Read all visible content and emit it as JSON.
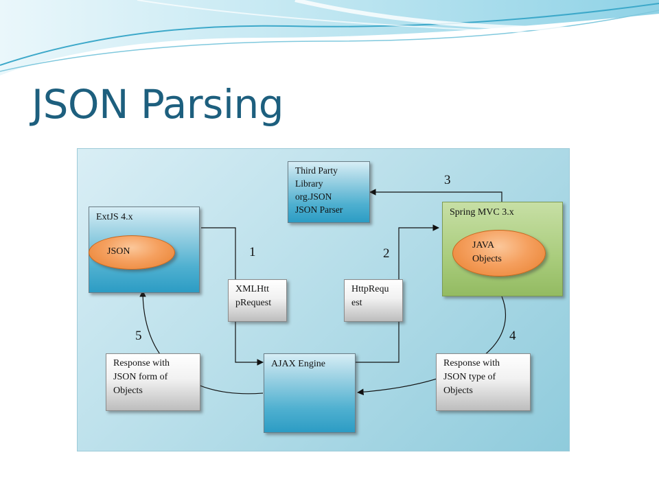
{
  "slide": {
    "title": "JSON Parsing"
  },
  "colors": {
    "title": "#1d5f7e",
    "wave_top": "#a7dceb",
    "wave_accent": "#3ca8c9"
  },
  "diagram": {
    "third_party": {
      "lines": [
        "Third Party",
        "Library",
        "org.JSON",
        "JSON Parser"
      ]
    },
    "extjs": {
      "label": "ExtJS 4.x",
      "inner": "JSON"
    },
    "spring": {
      "label": "Spring MVC 3.x",
      "inner_lines": [
        "JAVA",
        "Objects"
      ]
    },
    "xmlhttp": {
      "lines": [
        "XMLHtt",
        "pRequest"
      ]
    },
    "httprequest": {
      "lines": [
        "HttpRequ",
        "est"
      ]
    },
    "ajax": {
      "label": "AJAX Engine"
    },
    "response_left": {
      "lines": [
        "Response with",
        "JSON form of",
        "Objects"
      ]
    },
    "response_right": {
      "lines": [
        "Response with",
        "JSON type of",
        "Objects"
      ]
    },
    "step_numbers": [
      "1",
      "2",
      "3",
      "4",
      "5"
    ]
  }
}
